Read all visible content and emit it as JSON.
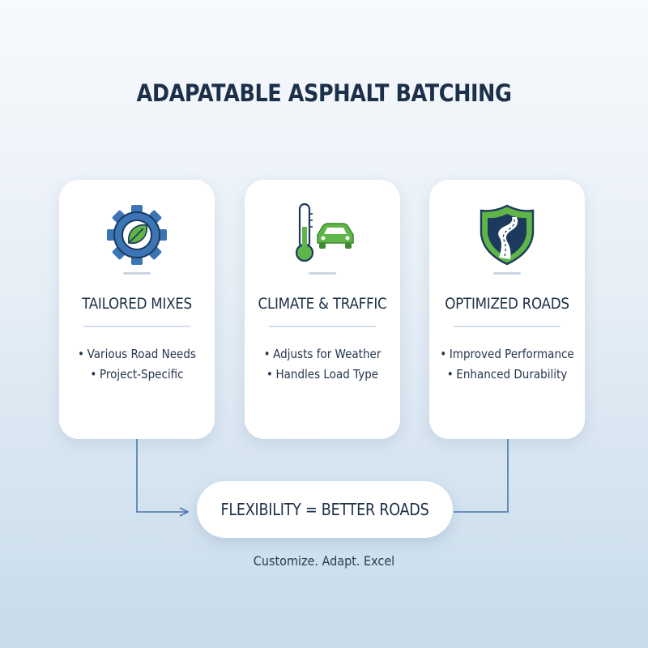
{
  "title": "ADAPATABLE ASPHALT BATCHING",
  "cards": [
    {
      "title": "TAILORED MIXES",
      "icon": "gear-leaf-icon",
      "items": [
        "Various Road Needs",
        "Project-Specific"
      ]
    },
    {
      "title": "CLIMATE & TRAFFIC",
      "icon": "thermometer-car-icon",
      "items": [
        "Adjusts for Weather",
        "Handles Load Type"
      ]
    },
    {
      "title": "OPTIMIZED ROADS",
      "icon": "shield-road-icon",
      "items": [
        "Improved Performance",
        "Enhanced Durability"
      ]
    }
  ],
  "result": "FLEXIBILITY = BETTER ROADS",
  "tagline": "Customize. Adapt. Excel",
  "bullet": "•",
  "colors": {
    "accent_blue": "#3b75b5",
    "accent_green": "#5fb548",
    "navy": "#1d3049",
    "connector": "#4a78ad"
  }
}
